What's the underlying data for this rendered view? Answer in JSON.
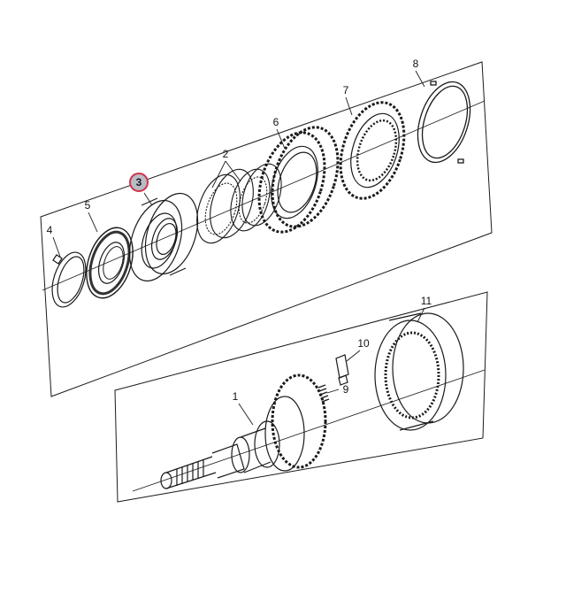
{
  "diagram": {
    "callouts": {
      "c1": "1",
      "c2": "2",
      "c3": "3",
      "c4": "4",
      "c5": "5",
      "c6": "6",
      "c7": "7",
      "c8": "8",
      "c9": "9",
      "c10": "10",
      "c11": "11"
    },
    "highlighted_callout": "3",
    "colors": {
      "line": "#1a1a1a",
      "highlight_ring": "#d0314a",
      "highlight_fill": "#b8bcc6",
      "background": "#ffffff"
    }
  }
}
